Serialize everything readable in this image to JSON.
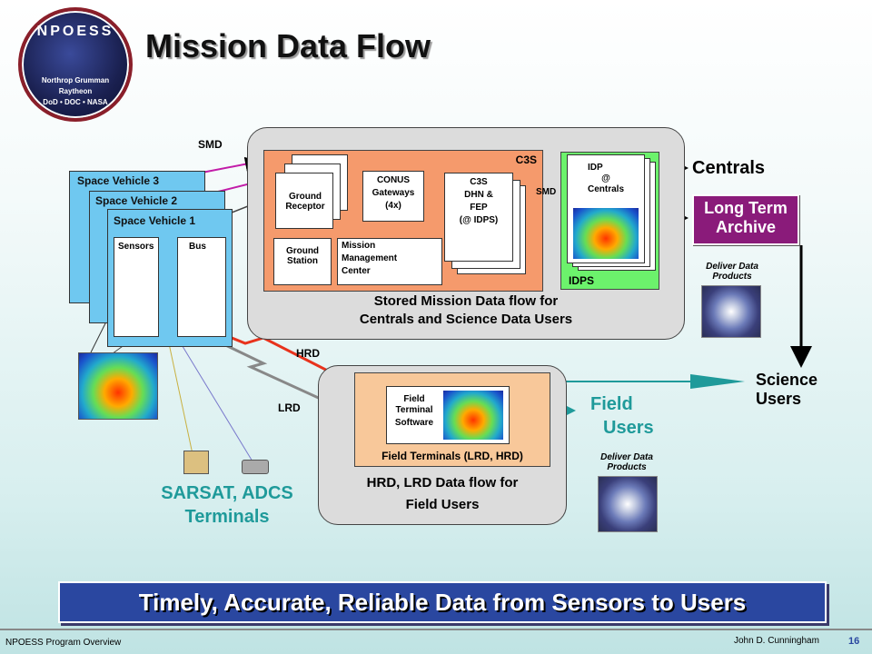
{
  "title": "Mission Data Flow",
  "logo": {
    "name": "NPOESS",
    "line1": "Northrop Grumman",
    "line2": "Raytheon",
    "line3": "DoD • DOC • NASA"
  },
  "space_vehicles": [
    "Space Vehicle 3",
    "Space Vehicle 2",
    "Space Vehicle 1"
  ],
  "sv1": {
    "sensors": "Sensors",
    "bus": "Bus"
  },
  "links": {
    "smd_top": "SMD",
    "smd_mid": "SMD",
    "hrd": "HRD",
    "lrd": "LRD"
  },
  "c3s": {
    "label": "C3S",
    "dots": "...",
    "ground_receptor": "Ground Receptor",
    "ground_station": "Ground Station",
    "conus": [
      "CONUS",
      "Gateways",
      "(4x)"
    ],
    "dhn": [
      "C3S",
      "DHN &",
      "FEP",
      "(@ IDPS)"
    ],
    "mmc": [
      "Mission",
      "Management",
      "Center"
    ],
    "caption": [
      "Stored Mission Data flow for",
      "Centrals and Science Data Users"
    ]
  },
  "idps": {
    "label": "IDPS",
    "idp": [
      "IDP",
      "@",
      "Centrals"
    ]
  },
  "outputs": {
    "centrals": "Centrals",
    "lta": [
      "Long Term",
      "Archive"
    ],
    "deliver1": [
      "Deliver Data",
      "Products"
    ],
    "science": [
      "Science",
      "Users"
    ],
    "field_users": [
      "Field",
      "Users"
    ],
    "deliver2": [
      "Deliver Data",
      "Products"
    ]
  },
  "field": {
    "software": [
      "Field",
      "Terminal",
      "Software"
    ],
    "terminals": "Field Terminals (LRD, HRD)",
    "caption": [
      "HRD, LRD Data flow for",
      "Field Users"
    ]
  },
  "sarsat": [
    "SARSAT, ADCS",
    "Terminals"
  ],
  "banner": "Timely, Accurate, Reliable Data from Sensors to Users",
  "footer": {
    "left": "NPOESS Program Overview",
    "center": "John D. Cunningham",
    "page": "16"
  },
  "colors": {
    "banner": "#2a47a0",
    "lta": "#8a1b7a",
    "green_text": "#1f9a9a",
    "c3s": "#f59a6c",
    "idps": "#6cf26c",
    "field": "#f8c89a"
  }
}
